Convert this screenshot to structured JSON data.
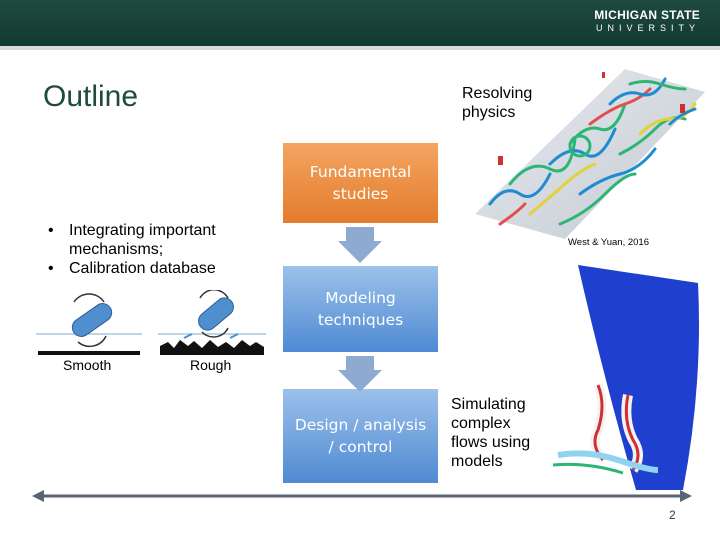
{
  "header": {
    "logo_line1": "MICHIGAN STATE",
    "logo_line2": "UNIVERSITY"
  },
  "slide": {
    "title": "Outline",
    "resolving_label": "Resolving physics",
    "boxes": [
      {
        "line1": "Fundamental",
        "line2": "studies",
        "color": "#e8863a"
      },
      {
        "line1": "Modeling",
        "line2": "techniques",
        "color": "#5b93d6"
      },
      {
        "line1": "Design / analysis",
        "line2": "/ control",
        "color": "#5b93d6"
      }
    ],
    "bullets": [
      {
        "line1": "Integrating important",
        "line2": "mechanisms;"
      },
      {
        "line1": "Calibration database",
        "line2": ""
      }
    ],
    "bullet_char": "•",
    "credit": "West & Yuan, 2016",
    "smooth_label": "Smooth",
    "rough_label": "Rough",
    "simulating_label": "Simulating complex flows using models",
    "page_number": "2"
  },
  "colors": {
    "msu_green": "#1f4a3f",
    "arrow_gray": "#8eaad0",
    "timeline": "#5a6473"
  }
}
